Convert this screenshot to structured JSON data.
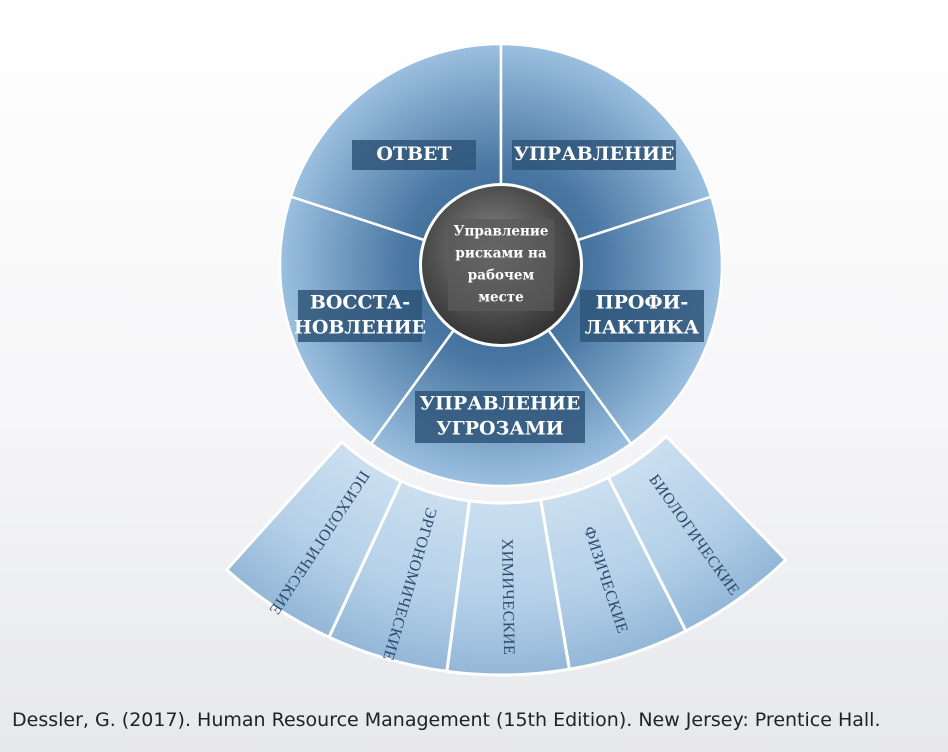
{
  "diagram": {
    "center": {
      "lines": [
        "Управление",
        "рисками на",
        "рабочем",
        "месте"
      ]
    },
    "segments": [
      {
        "id": "otvet",
        "lines": [
          "ОТВЕТ"
        ]
      },
      {
        "id": "upravlenie",
        "lines": [
          "УПРАВЛЕНИЕ"
        ]
      },
      {
        "id": "profilaktika",
        "lines": [
          "ПРОФИ-",
          "ЛАКТИКА"
        ]
      },
      {
        "id": "upravlenie-ugrozami",
        "lines": [
          "УПРАВЛЕНИЕ",
          "УГРОЗАМИ"
        ]
      },
      {
        "id": "vosstanovlenie",
        "lines": [
          "ВОССТА-",
          "НОВЛЕНИЕ"
        ]
      }
    ],
    "threats": [
      "БИОЛОГИЧЕСКИЕ",
      "ФИЗИЧЕСКИЕ",
      "ХИМИЧЕСКИЕ",
      "ЭРГОНОМИЧЕСКИЕ",
      "ПСИХОЛОГИЧЕСКИЕ"
    ]
  },
  "colors": {
    "segment_dark": "#3f6b95",
    "segment_light": "#8fb4d6",
    "fan_light": "#eef4fa",
    "fan_dark": "#9cbfdd",
    "hub": "#555555",
    "label_box": "#2f5679"
  },
  "citation": "Dessler, G. (2017). Human Resource Management (15th Edition). New Jersey: Prentice Hall."
}
